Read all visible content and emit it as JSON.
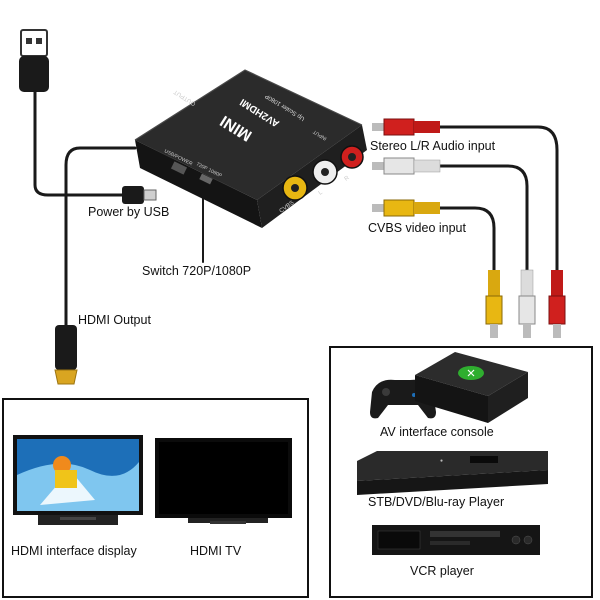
{
  "converter": {
    "brand": "MINI",
    "model": "AV2HDMI",
    "upscaler_text": "Up Scaler 1080P",
    "output_port_text": "OUTPUT",
    "input_port_text": "INPUT",
    "usb_power_text": "USB/POWER",
    "switch_text_720": "720P",
    "switch_text_1080": "1080P",
    "cvbs_text": "CVBS",
    "l_text": "L",
    "r_text": "R"
  },
  "labels": {
    "audio_input": "Stereo L/R Audio input",
    "power_usb": "Power by USB",
    "cvbs_input": "CVBS video input",
    "switch": "Switch 720P/1080P",
    "hdmi_output": "HDMI Output"
  },
  "displays": {
    "hdmi_display": "HDMI interface display",
    "hdmi_tv": "HDMI TV"
  },
  "sources": {
    "console": "AV interface console",
    "stb": "STB/DVD/Blu-ray Player",
    "vcr": "VCR player"
  },
  "colors": {
    "rca_red": "#d0201e",
    "rca_white": "#e6e6e6",
    "rca_yellow": "#e8b712",
    "device_black": "#1a1a1a",
    "console_green": "#2fae2f"
  }
}
